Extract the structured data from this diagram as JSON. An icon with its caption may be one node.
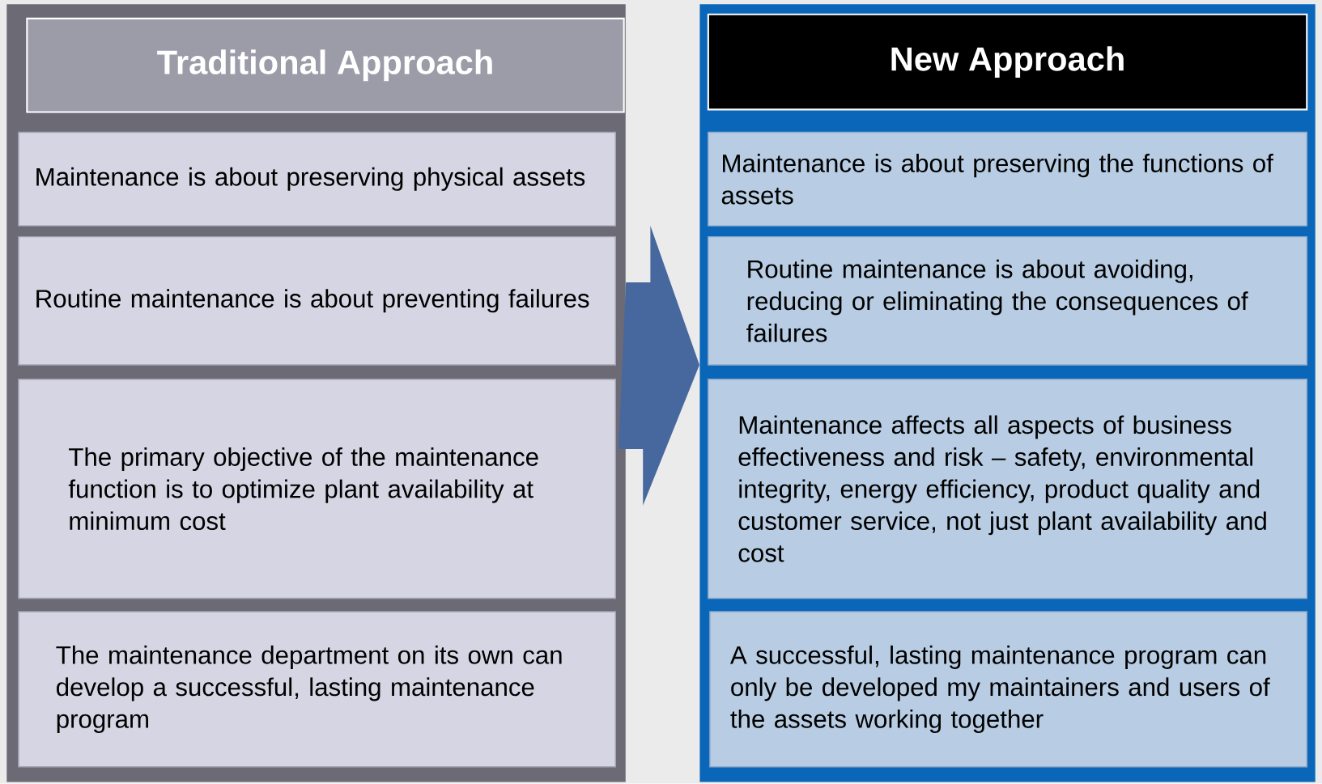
{
  "diagram": {
    "nodes": [
      {
        "text": [],
        "shape": "box"
      },
      {
        "text": [
          "Traditional Approach"
        ],
        "in": 0
      },
      {
        "text": [
          "Maintenance is about preserving physical assets"
        ],
        "in": 0
      },
      {
        "text": [
          "Routine maintenance is about preventing failures"
        ],
        "in": 0
      },
      {
        "text": [
          "The primary objective of the maintenance function is to optimize plant availability at minimum cost"
        ],
        "in": 0
      },
      {
        "text": [
          "The maintenance department on its own can develop a successful, lasting maintenance program"
        ],
        "in": 0
      },
      {
        "text": [],
        "shape": "box"
      },
      {
        "text": [
          "New Approach"
        ],
        "in": 6
      },
      {
        "text": [
          "Maintenance is about preserving the functions of assets"
        ],
        "in": 6
      },
      {
        "text": [
          "Routine maintenance is about avoiding, reducing or eliminating the consequences of failures"
        ],
        "in": 6
      },
      {
        "text": [
          "Maintenance affects all aspects of business effectiveness and risk – safety, environmental integrity, energy efficiency, product quality and customer service, not just plant availability and cost"
        ],
        "in": 6
      },
      {
        "text": [
          "A successful, lasting maintenance program can only be developed my maintainers and users of the assets working together"
        ],
        "in": 6
      }
    ],
    "edges": [
      {
        "from": 0,
        "to": 6,
        "arrow": "to"
      }
    ]
  }
}
